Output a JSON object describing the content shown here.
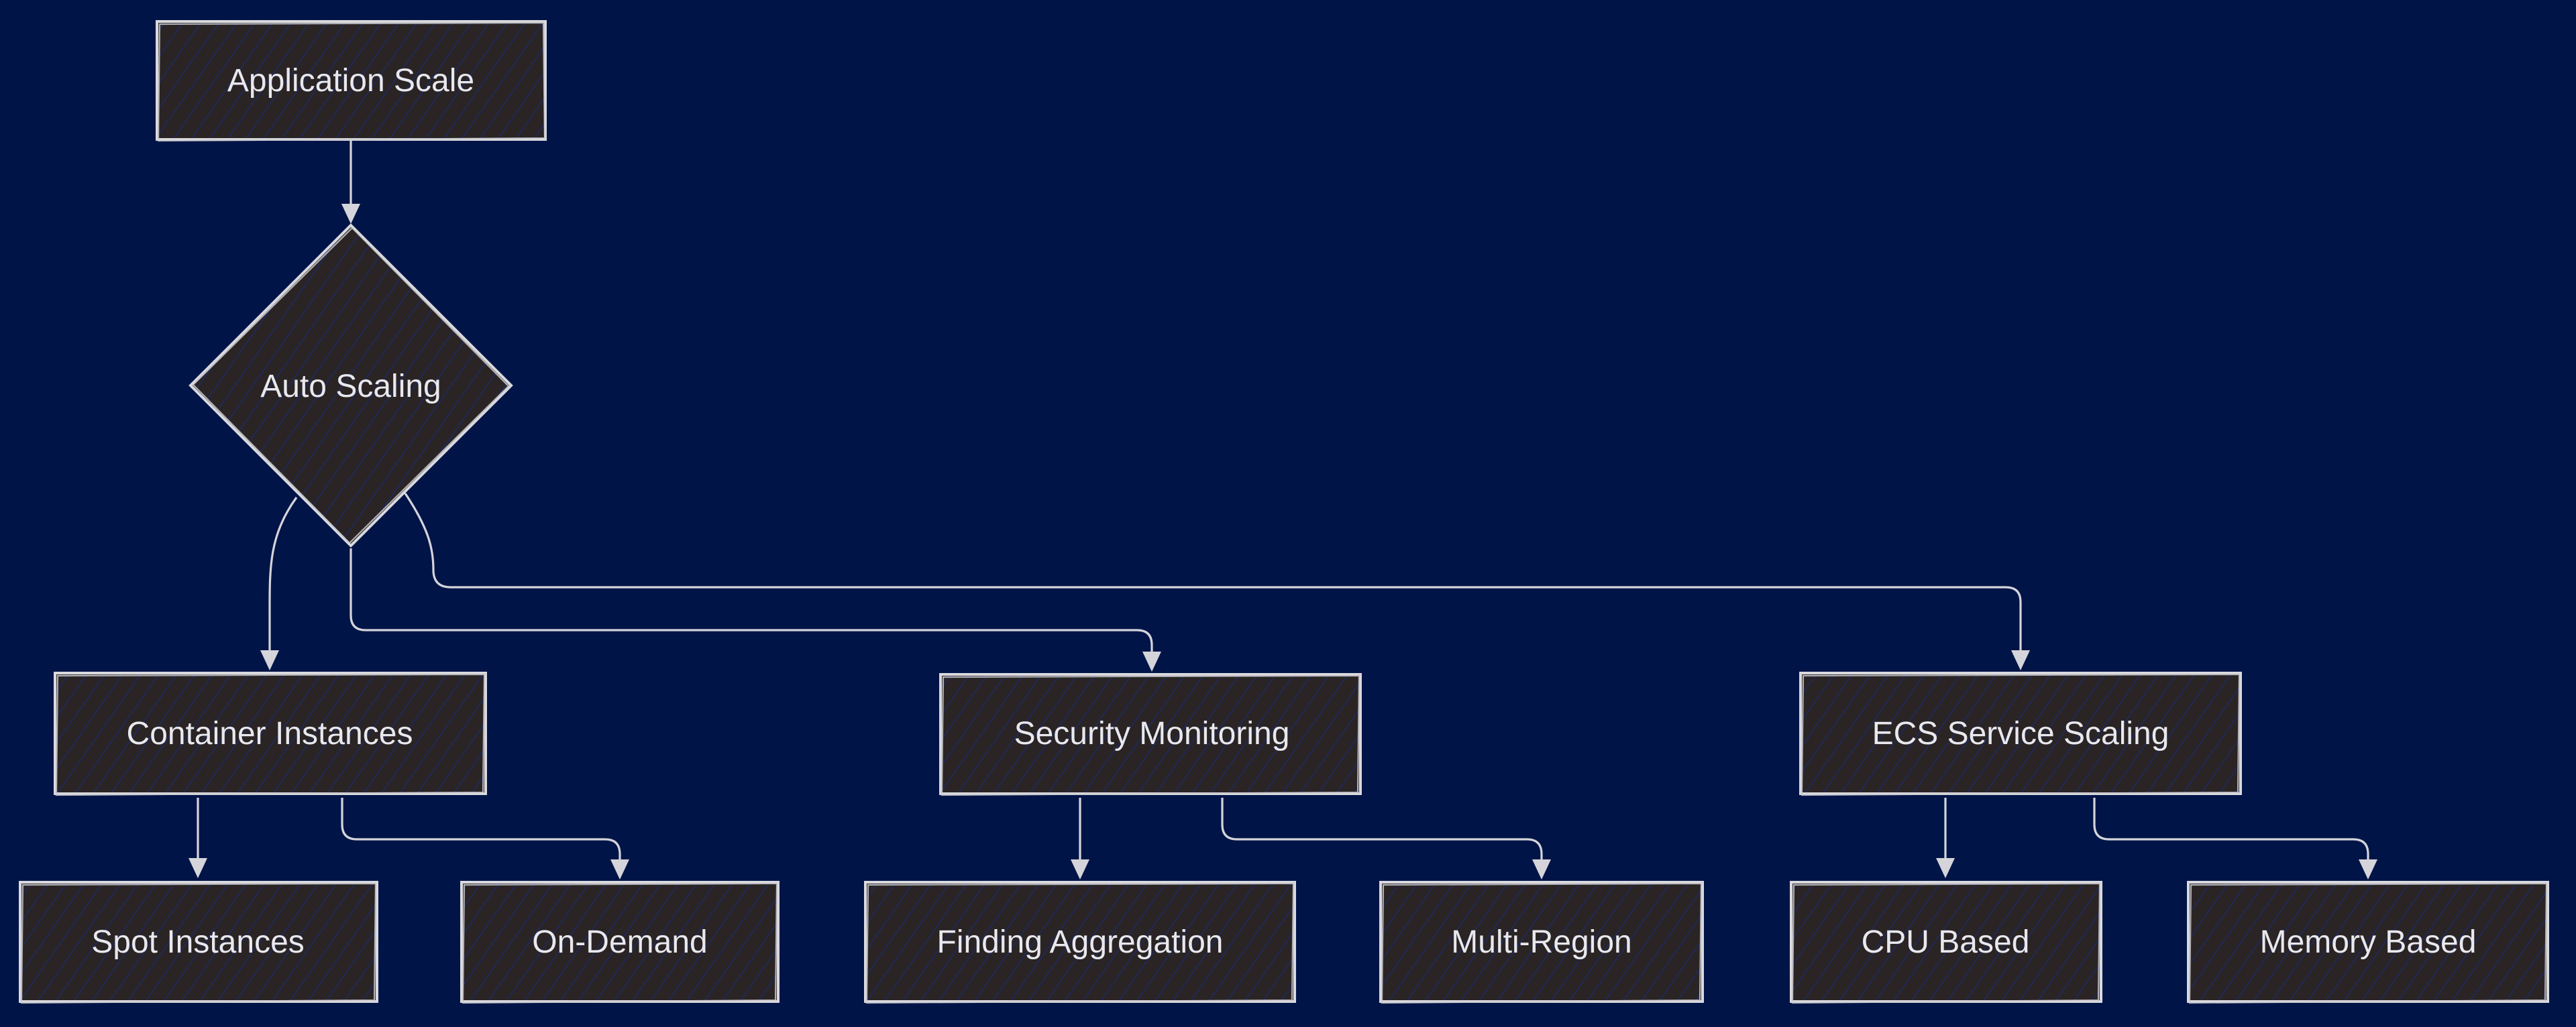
{
  "colors": {
    "background": "#001447",
    "node_fill": "#2a2424",
    "node_hatch": "#1c2a66",
    "stroke": "#d9d9de",
    "text": "#e8e8ee"
  },
  "diagram": {
    "nodes": {
      "application_scale": {
        "label": "Application Scale",
        "shape": "rectangle"
      },
      "auto_scaling": {
        "label": "Auto Scaling",
        "shape": "diamond"
      },
      "container_instances": {
        "label": "Container Instances",
        "shape": "rectangle"
      },
      "security_monitoring": {
        "label": "Security Monitoring",
        "shape": "rectangle"
      },
      "ecs_service_scaling": {
        "label": "ECS Service Scaling",
        "shape": "rectangle"
      },
      "spot_instances": {
        "label": "Spot Instances",
        "shape": "rectangle"
      },
      "on_demand": {
        "label": "On-Demand",
        "shape": "rectangle"
      },
      "finding_aggregation": {
        "label": "Finding Aggregation",
        "shape": "rectangle"
      },
      "multi_region": {
        "label": "Multi-Region",
        "shape": "rectangle"
      },
      "cpu_based": {
        "label": "CPU Based",
        "shape": "rectangle"
      },
      "memory_based": {
        "label": "Memory Based",
        "shape": "rectangle"
      }
    },
    "edges": [
      {
        "from": "application_scale",
        "to": "auto_scaling"
      },
      {
        "from": "auto_scaling",
        "to": "container_instances"
      },
      {
        "from": "auto_scaling",
        "to": "security_monitoring"
      },
      {
        "from": "auto_scaling",
        "to": "ecs_service_scaling"
      },
      {
        "from": "container_instances",
        "to": "spot_instances"
      },
      {
        "from": "container_instances",
        "to": "on_demand"
      },
      {
        "from": "security_monitoring",
        "to": "finding_aggregation"
      },
      {
        "from": "security_monitoring",
        "to": "multi_region"
      },
      {
        "from": "ecs_service_scaling",
        "to": "cpu_based"
      },
      {
        "from": "ecs_service_scaling",
        "to": "memory_based"
      }
    ]
  }
}
